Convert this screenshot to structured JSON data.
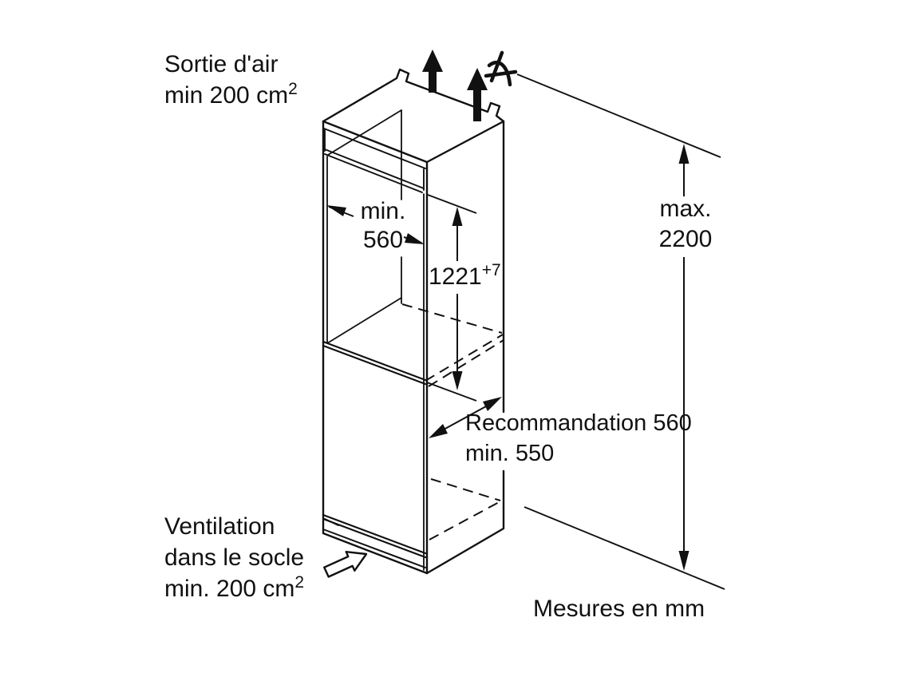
{
  "labels": {
    "air_outlet": {
      "line1": "Sortie d'air",
      "line2": "min 200 cm",
      "line2_sup": "2"
    },
    "base_vent": {
      "line1": "Ventilation",
      "line2": "dans le socle",
      "line3": "min. 200 cm",
      "line3_sup": "2"
    },
    "units_note": "Mesures en mm"
  },
  "dimensions": {
    "niche_width": {
      "line1": "min.",
      "line2": "560"
    },
    "niche_height": {
      "value": "1221",
      "tolerance": "+7"
    },
    "total_height": {
      "line1": "max.",
      "line2": "2200"
    },
    "niche_depth": {
      "line1": "Recommandation 560",
      "line2": "min. 550"
    }
  },
  "colors": {
    "line": "#111111",
    "background": "#ffffff"
  }
}
